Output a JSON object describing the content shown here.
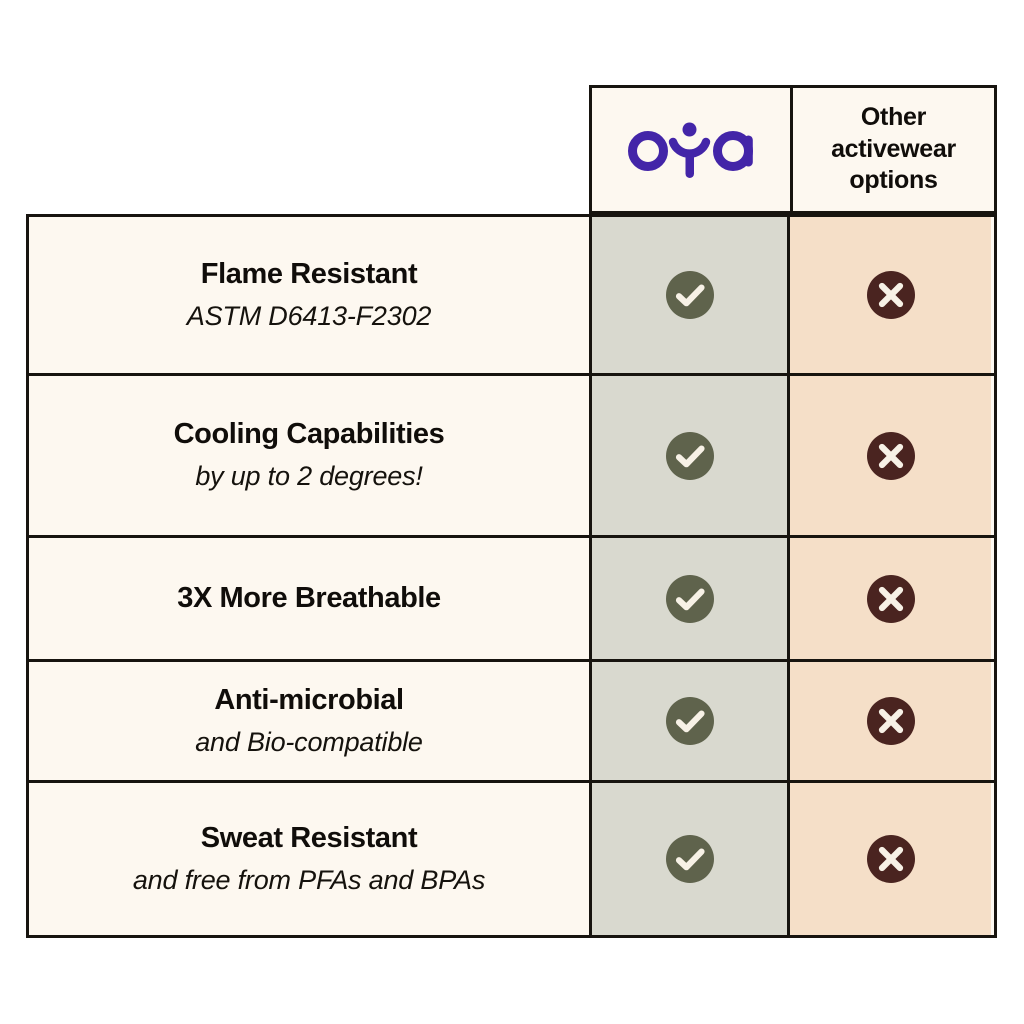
{
  "page": {
    "type": "feature-comparison-table",
    "background": "#ffffff"
  },
  "colors": {
    "ink": "#17140f",
    "cream": "#fdf8f0",
    "sage": "#d9d9cf",
    "peach": "#f5dfc8",
    "check_circle": "#5f634c",
    "cross_circle": "#4a2420",
    "glyph": "#f7f1e6",
    "brand_purple": "#4325a8"
  },
  "header": {
    "brand": {
      "logo_alt": "oya",
      "icon": "oya-logo-icon",
      "color": "#4325a8"
    },
    "other": {
      "lines": [
        "Other",
        "activewear",
        "options"
      ]
    }
  },
  "columns": [
    {
      "key": "feature",
      "label": ""
    },
    {
      "key": "oya",
      "label": "oya"
    },
    {
      "key": "other",
      "label": "Other activewear options"
    }
  ],
  "rows": [
    {
      "title": "Flame Resistant",
      "subtitle": "ASTM D6413-F2302",
      "oya": "check",
      "other": "cross"
    },
    {
      "title": "Cooling Capabilities",
      "subtitle": "by up to 2 degrees!",
      "oya": "check",
      "other": "cross"
    },
    {
      "title": "3X More Breathable",
      "subtitle": "",
      "oya": "check",
      "other": "cross"
    },
    {
      "title": "Anti-microbial",
      "subtitle": "and Bio-compatible",
      "oya": "check",
      "other": "cross"
    },
    {
      "title": "Sweat Resistant",
      "subtitle": "and free from PFAs and BPAs",
      "oya": "check",
      "other": "cross"
    }
  ]
}
